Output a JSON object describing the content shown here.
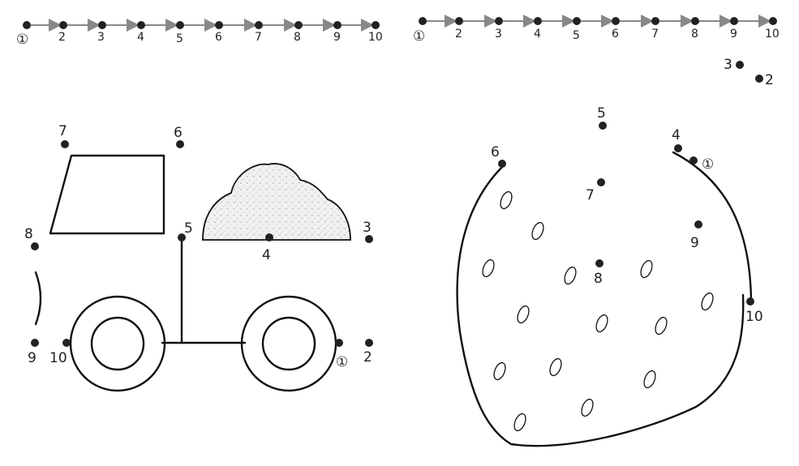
{
  "worksheet": {
    "number_lines": [
      {
        "labels": [
          "①",
          "2",
          "3",
          "4",
          "5",
          "6",
          "7",
          "8",
          "9",
          "10"
        ]
      },
      {
        "labels": [
          "①",
          "2",
          "3",
          "4",
          "5",
          "6",
          "7",
          "8",
          "9",
          "10"
        ]
      }
    ],
    "truck": {
      "labels": [
        "①",
        "2",
        "3",
        "4",
        "5",
        "6",
        "7",
        "8",
        "9",
        "10"
      ]
    },
    "strawberry": {
      "labels": [
        "①",
        "2",
        "3",
        "4",
        "5",
        "6",
        "7",
        "8",
        "9",
        "10"
      ]
    }
  }
}
